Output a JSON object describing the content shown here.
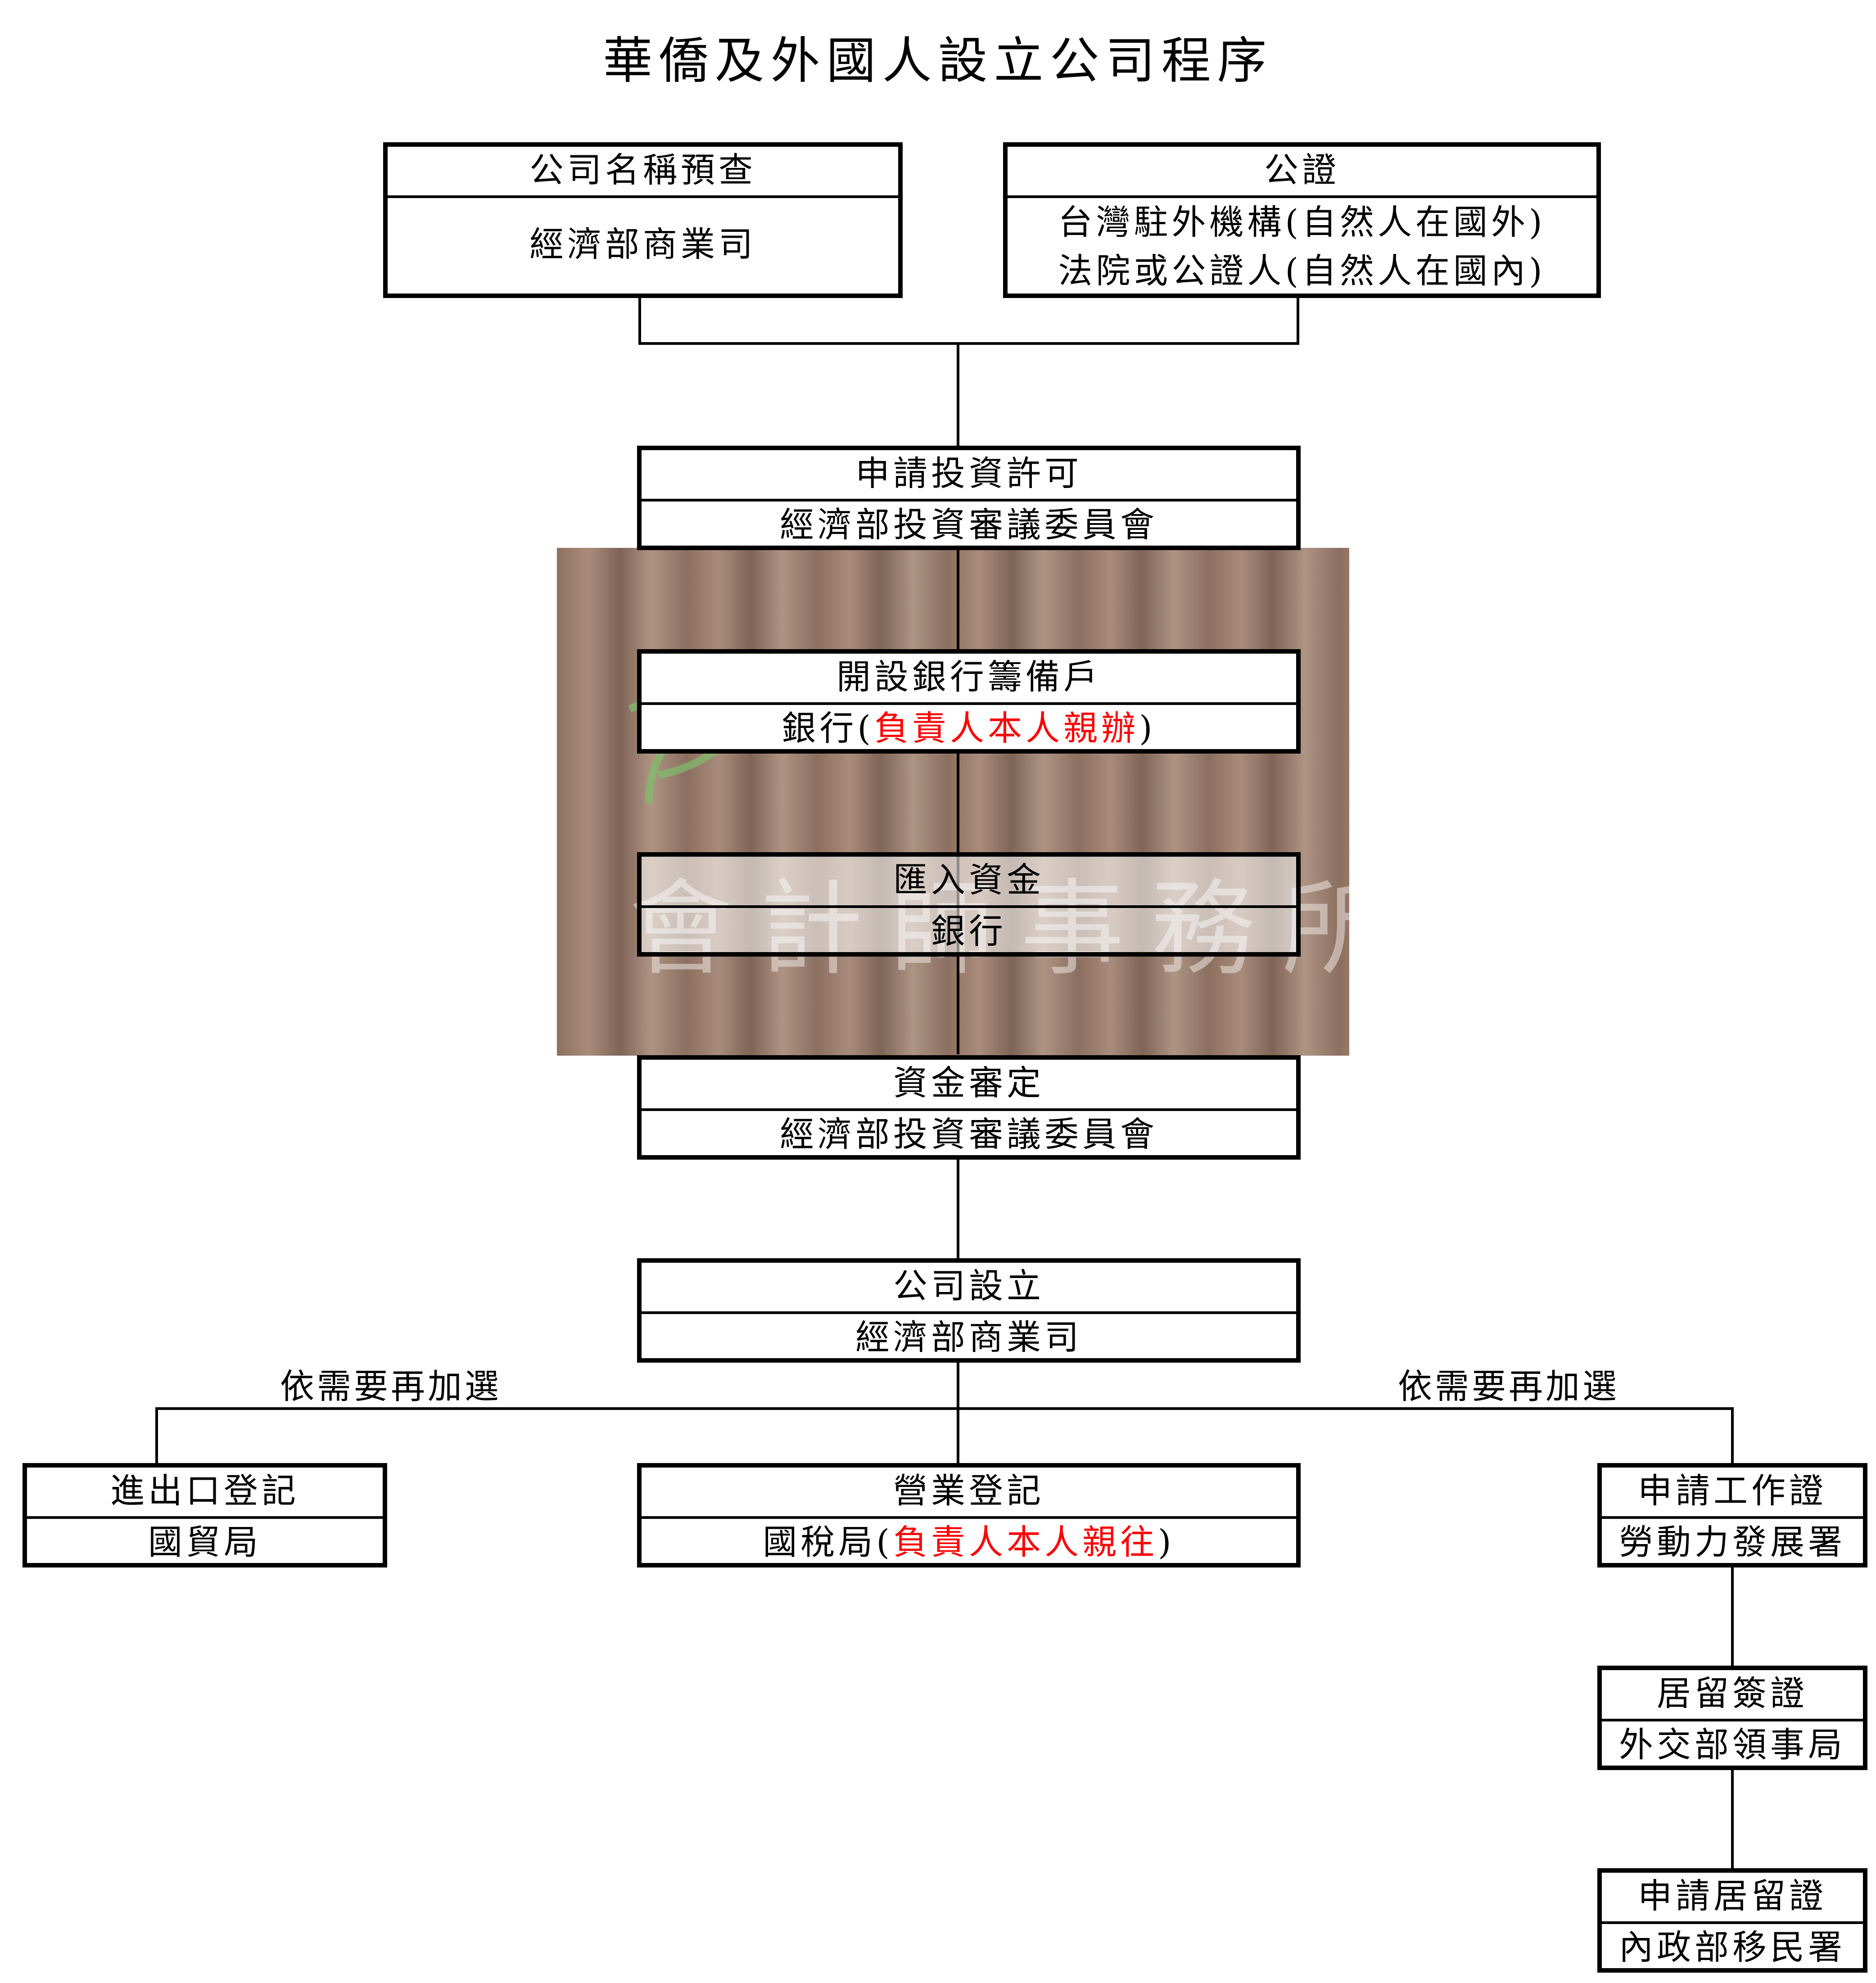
{
  "title": "華僑及外國人設立公司程序",
  "watermark": {
    "name_text": "會計師事務所",
    "accent_color": "#7dbf6a"
  },
  "boxes": {
    "name_check": {
      "header": "公司名稱預查",
      "body": "經濟部商業司"
    },
    "notary": {
      "header": "公證",
      "line1": "台灣駐外機構(自然人在國外)",
      "line2": "法院或公證人(自然人在國內)"
    },
    "invest_permit": {
      "header": "申請投資許可",
      "body": "經濟部投資審議委員會"
    },
    "bank_account": {
      "header": "開設銀行籌備戶",
      "body_prefix": "銀行(",
      "body_red": "負責人本人親辦",
      "body_suffix": ")"
    },
    "remit": {
      "header": "匯入資金",
      "body": "銀行"
    },
    "capital_review": {
      "header": "資金審定",
      "body": "經濟部投資審議委員會"
    },
    "company_setup": {
      "header": "公司設立",
      "body": "經濟部商業司"
    },
    "import_export": {
      "header": "進出口登記",
      "body": "國貿局"
    },
    "business_reg": {
      "header": "營業登記",
      "body_prefix": "國稅局(",
      "body_red": "負責人本人親往",
      "body_suffix": ")"
    },
    "work_permit": {
      "header": "申請工作證",
      "body": "勞動力發展署"
    },
    "resident_visa": {
      "header": "居留簽證",
      "body": "外交部領事局"
    },
    "residence_permit": {
      "header": "申請居留證",
      "body": "內政部移民署"
    }
  },
  "notes": {
    "left": "依需要再加選",
    "right": "依需要再加選"
  },
  "colors": {
    "line": "#000000",
    "emphasis": "#ff0000"
  }
}
